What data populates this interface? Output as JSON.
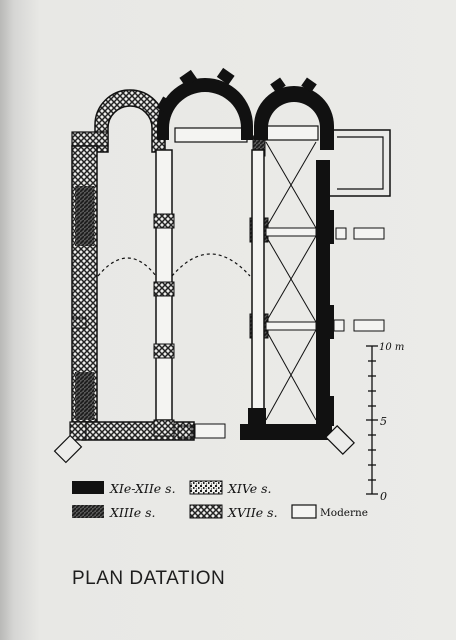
{
  "caption": "PLAN DATATION",
  "scale": {
    "ticks": [
      "0",
      "5",
      "10 m"
    ]
  },
  "legend": [
    {
      "label": "XIe-XIIe s.",
      "fill": "black"
    },
    {
      "label": "XIIIe s.",
      "fill": "diagonal-hatch"
    },
    {
      "label": "XIVe s.",
      "fill": "speckled"
    },
    {
      "label": "XVIIe s.",
      "fill": "crosshatch"
    },
    {
      "label": "Moderne",
      "fill": "blank"
    }
  ],
  "colors": {
    "paper": "#ebebe8",
    "ink": "#111111"
  }
}
